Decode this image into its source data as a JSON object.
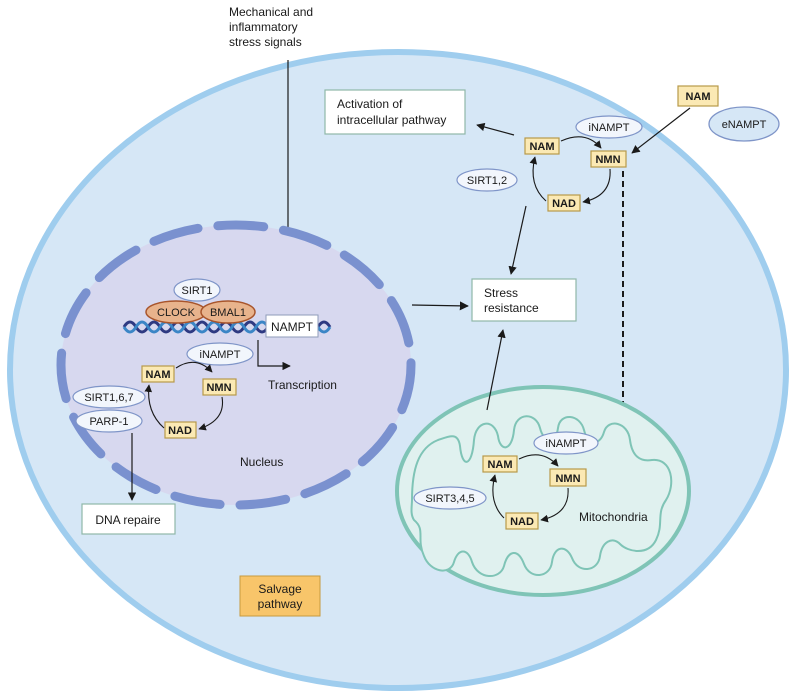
{
  "colors": {
    "cell_fill": "#d6e7f6",
    "cell_border": "#9fcdee",
    "nucleus_fill": "#d7d8ef",
    "nucleus_border": "#7a91cf",
    "mito_fill": "#e0f1ef",
    "mito_border": "#7fc4b6",
    "molecule_fill": "#fbe9b4",
    "molecule_border": "#b89a4a",
    "enzyme_fill": "#f2f6fc",
    "enzyme_border": "#7f95c8",
    "clock_fill": "#e8b38c",
    "clock_border": "#a8552c",
    "salvage_fill": "#f8c56a",
    "box_fill": "#ffffff",
    "box_border": "#8fb8a8",
    "dna_strand_1": "#2e3a82",
    "dna_strand_2": "#3b86c6",
    "arrow": "#1a1a1a"
  },
  "signal": {
    "line1": "Mechanical and",
    "line2": "inflammatory",
    "line3": "stress signals"
  },
  "activation_box": {
    "line1": "Activation of",
    "line2": "intracellular pathway"
  },
  "stress_box": {
    "line1": "Stress",
    "line2": "resistance"
  },
  "dna_box": {
    "label": "DNA repaire"
  },
  "salvage_box": {
    "line1": "Salvage",
    "line2": "pathway"
  },
  "extracellular": {
    "nam": "NAM",
    "enampt": "eNAMPT"
  },
  "cytoplasm_cycle": {
    "nam": "NAM",
    "nmn": "NMN",
    "nad": "NAD",
    "enzyme": "iNAMPT",
    "sirt": "SIRT1,2"
  },
  "nucleus": {
    "label": "Nucleus",
    "sirt1": "SIRT1",
    "clock": "CLOCK",
    "bmal1": "BMAL1",
    "nampt_gene": "NAMPT",
    "transcription": "Transcription",
    "cycle": {
      "nam": "NAM",
      "nmn": "NMN",
      "nad": "NAD",
      "enzyme": "iNAMPT"
    },
    "sirt167": "SIRT1,6,7",
    "parp1": "PARP-1"
  },
  "mitochondria": {
    "label": "Mitochondria",
    "cycle": {
      "nam": "NAM",
      "nmn": "NMN",
      "nad": "NAD",
      "enzyme": "iNAMPT"
    },
    "sirt345": "SIRT3,4,5"
  }
}
